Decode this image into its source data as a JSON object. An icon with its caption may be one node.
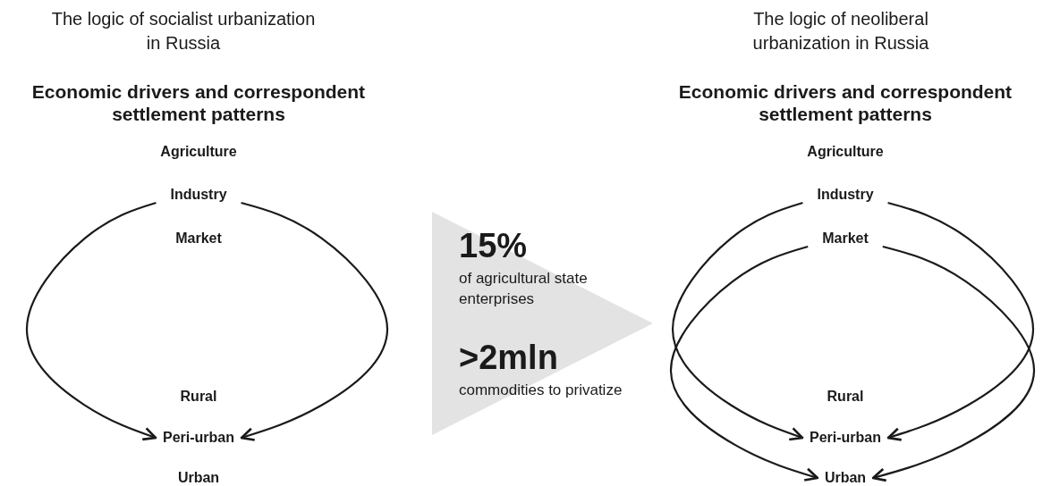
{
  "diagram": {
    "nodes": [
      {
        "text": [
          "Agriculture"
        ]
      },
      {
        "text": [
          "Industry"
        ]
      },
      {
        "text": [
          "Market"
        ]
      },
      {
        "text": [
          "Rural"
        ]
      },
      {
        "text": [
          "Peri-urban"
        ]
      },
      {
        "text": [
          "Urban"
        ]
      },
      {
        "text": [
          "Agriculture"
        ]
      },
      {
        "text": [
          "Industry"
        ]
      },
      {
        "text": [
          "Market"
        ]
      },
      {
        "text": [
          "Rural"
        ]
      },
      {
        "text": [
          "Peri-urban"
        ]
      },
      {
        "text": [
          "Urban"
        ]
      },
      {
        "text": [
          "15%",
          "of agricultural state enterprises",
          ">2mln",
          "commodities to privatize"
        ]
      }
    ],
    "edges": [
      {
        "from": 1,
        "to": 4,
        "arrow": "to"
      },
      {
        "from": 1,
        "to": 4,
        "arrow": "to"
      },
      {
        "from": 7,
        "to": 10,
        "arrow": "to"
      },
      {
        "from": 8,
        "to": 11,
        "arrow": "to"
      },
      {
        "from": 7,
        "to": 10,
        "arrow": "to"
      },
      {
        "from": 8,
        "to": 11,
        "arrow": "to"
      }
    ],
    "labels": [
      "The logic of socialist urbanization in Russia",
      "Economic drivers and correspondent settlement patterns",
      "The logic of neoliberal urbanization in Russia",
      "Economic drivers and correspondent settlement patterns"
    ]
  }
}
